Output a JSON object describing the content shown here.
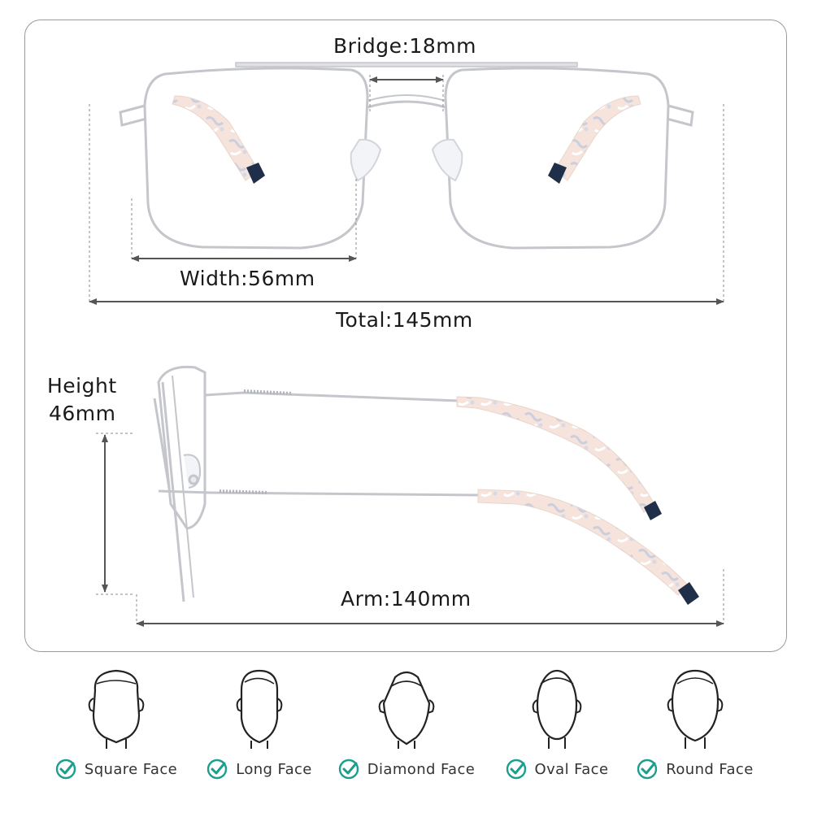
{
  "measurements": {
    "bridge": "Bridge:18mm",
    "width": "Width:56mm",
    "total": "Total:145mm",
    "height_title": "Height",
    "height_value": "46mm",
    "arm": "Arm:140mm"
  },
  "face_shapes": [
    {
      "label": "Square Face",
      "icon": "square-face-icon"
    },
    {
      "label": "Long Face",
      "icon": "long-face-icon"
    },
    {
      "label": "Diamond Face",
      "icon": "diamond-face-icon"
    },
    {
      "label": "Oval Face",
      "icon": "oval-face-icon"
    },
    {
      "label": "Round Face",
      "icon": "round-face-icon"
    }
  ],
  "colors": {
    "check": "#1b9e8f",
    "frame": "#c4c6cb",
    "tip": "#1f2f4a",
    "temple_pattern": "#f3e0d8"
  }
}
